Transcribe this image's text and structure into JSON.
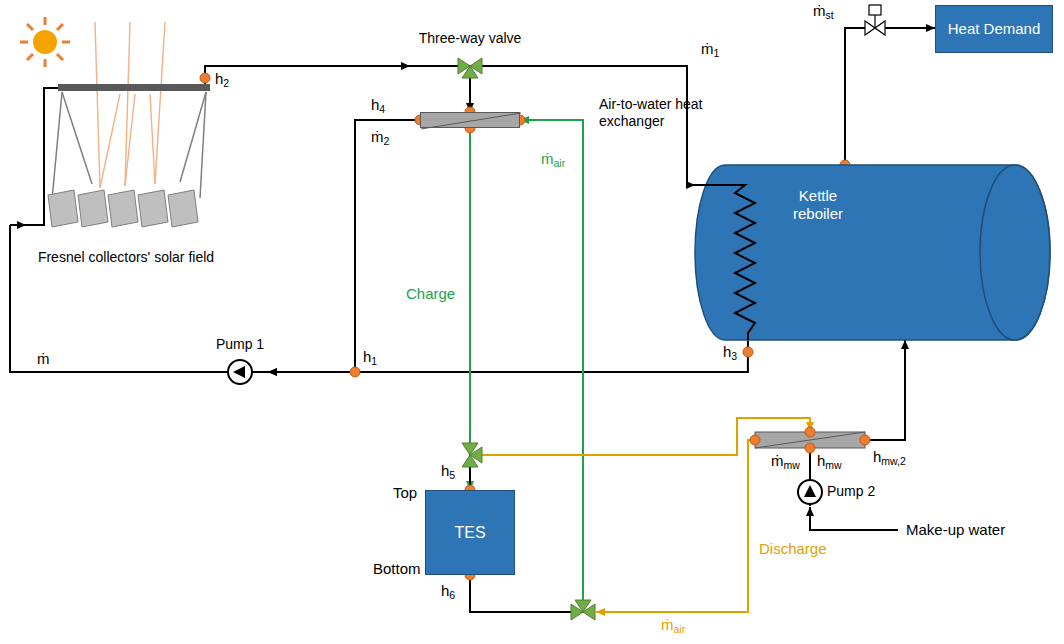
{
  "diagram": {
    "nodes": [
      {
        "text": [
          "Fresnel collectors' solar field"
        ]
      },
      {
        "text": [
          "Three-way valve"
        ]
      },
      {
        "text": [
          "Air-to-water heat exchanger"
        ]
      },
      {
        "text": [
          "Heat Demand"
        ]
      },
      {
        "text": [
          "Kettle reboiler"
        ]
      },
      {
        "text": [
          "Pump 1"
        ]
      },
      {
        "text": [
          "TES"
        ]
      },
      {
        "text": [
          "Pump 2"
        ]
      }
    ],
    "edges": [
      {
        "from": 0,
        "to": 1,
        "arrow": "to"
      },
      {
        "from": 1,
        "to": 4,
        "label": "ṁ1",
        "arrow": "to"
      },
      {
        "from": 1,
        "to": 2,
        "arrow": "to"
      },
      {
        "from": 2,
        "to": 5,
        "label": "ṁ2",
        "arrow": "to"
      },
      {
        "from": 4,
        "to": 5,
        "arrow": "to"
      },
      {
        "from": 5,
        "to": 0,
        "label": "ṁ",
        "arrow": "to"
      },
      {
        "from": 4,
        "to": 3,
        "label": "ṁst",
        "arrow": "to"
      },
      {
        "from": 2,
        "to": 6,
        "label": "Charge",
        "arrow": "to"
      },
      {
        "from": 6,
        "to": 2,
        "label": "ṁair",
        "arrow": "to"
      },
      {
        "from": 7,
        "to": 4,
        "arrow": "to"
      }
    ],
    "labels": [
      "h2",
      "h4",
      "h1",
      "h3",
      "h5",
      "h6",
      "Top",
      "Bottom",
      "ṁmw",
      "hmw",
      "hmw,2",
      "Make-up water",
      "Discharge",
      "ṁair"
    ]
  }
}
